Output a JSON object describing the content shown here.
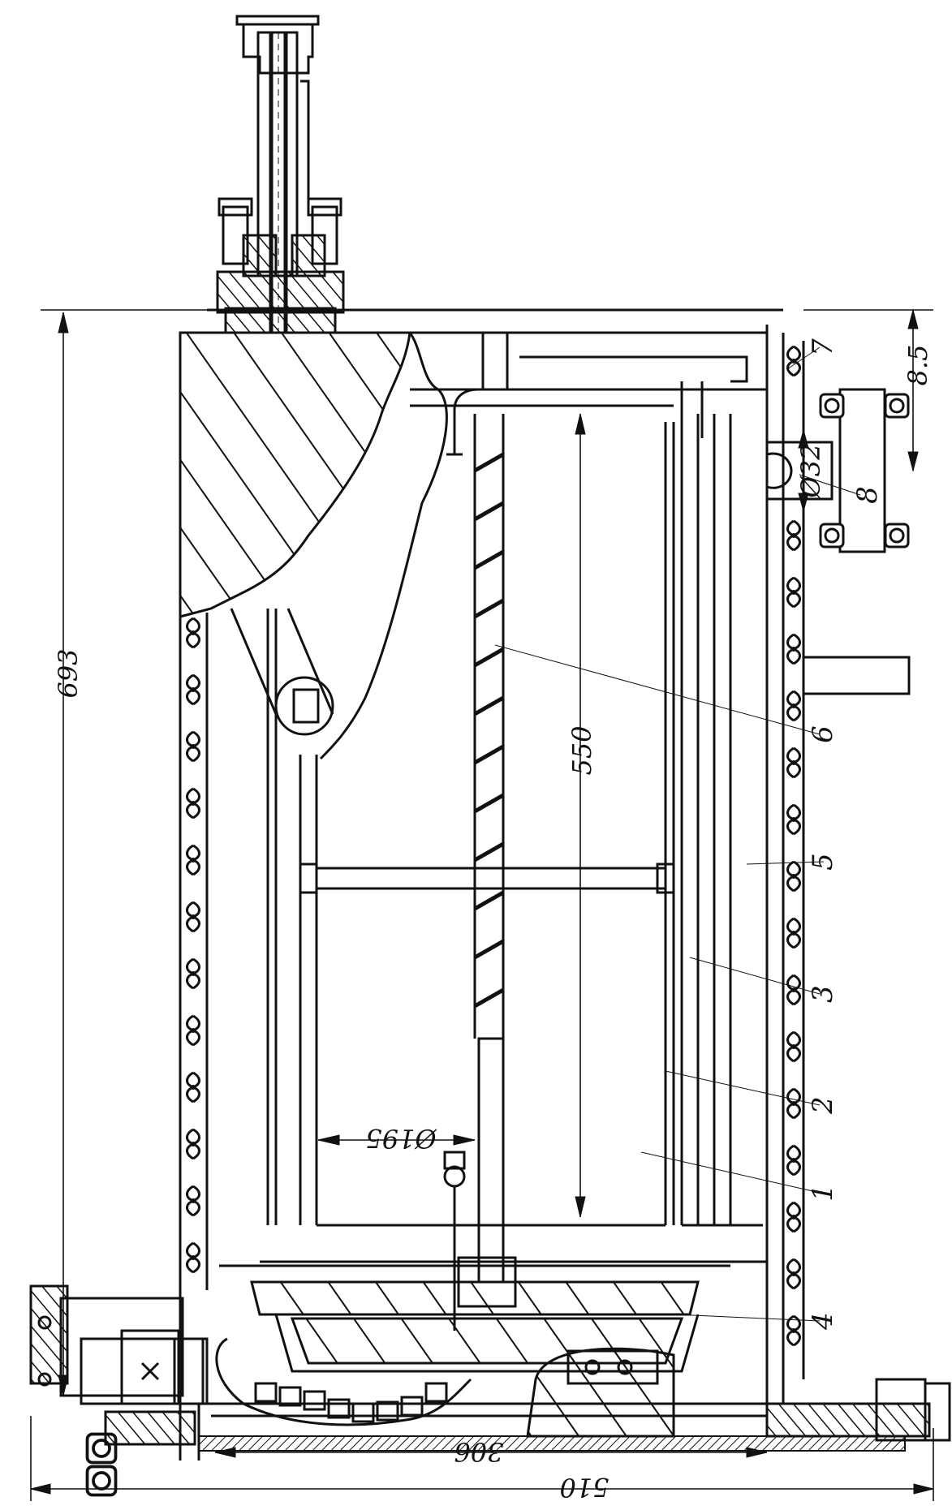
{
  "dimensions": {
    "height_total": "693",
    "inner_height": "550",
    "offset_top": "8.5",
    "pipe_diameter": "Ø32",
    "basket_diameter": "Ø195",
    "base_width": "306",
    "total_width": "510"
  },
  "callouts": [
    "1",
    "2",
    "3",
    "4",
    "5",
    "6",
    "7",
    "8"
  ]
}
